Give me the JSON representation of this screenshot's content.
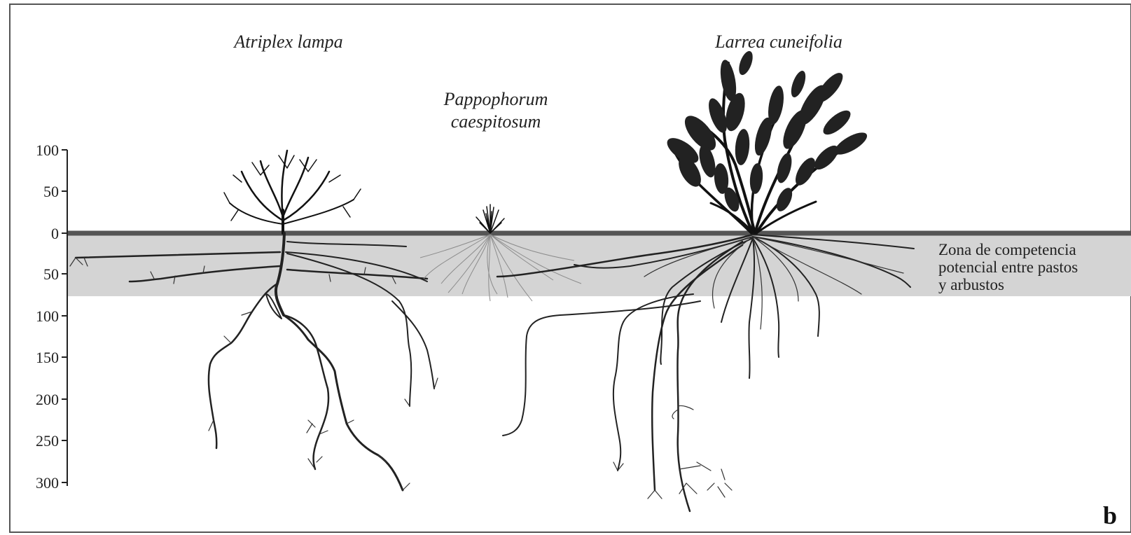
{
  "figure": {
    "species": [
      {
        "name": "Atriplex lampa"
      },
      {
        "name_line1": "Pappophorum",
        "name_line2": "caespitosum"
      },
      {
        "name": "Larrea cuneifolia"
      }
    ],
    "axis": {
      "ticks": [
        "100",
        "50",
        "0",
        "50",
        "100",
        "150",
        "200",
        "250",
        "300"
      ]
    },
    "zone_label": {
      "line1": "Zona de competencia",
      "line2": "potencial entre pastos",
      "line3": "y arbustos"
    },
    "panel_letter": "b",
    "colors": {
      "zone_fill": "#d4d4d4",
      "ground_line": "#555555",
      "ink": "#222222",
      "grass_roots": "#8c8c8c"
    }
  }
}
